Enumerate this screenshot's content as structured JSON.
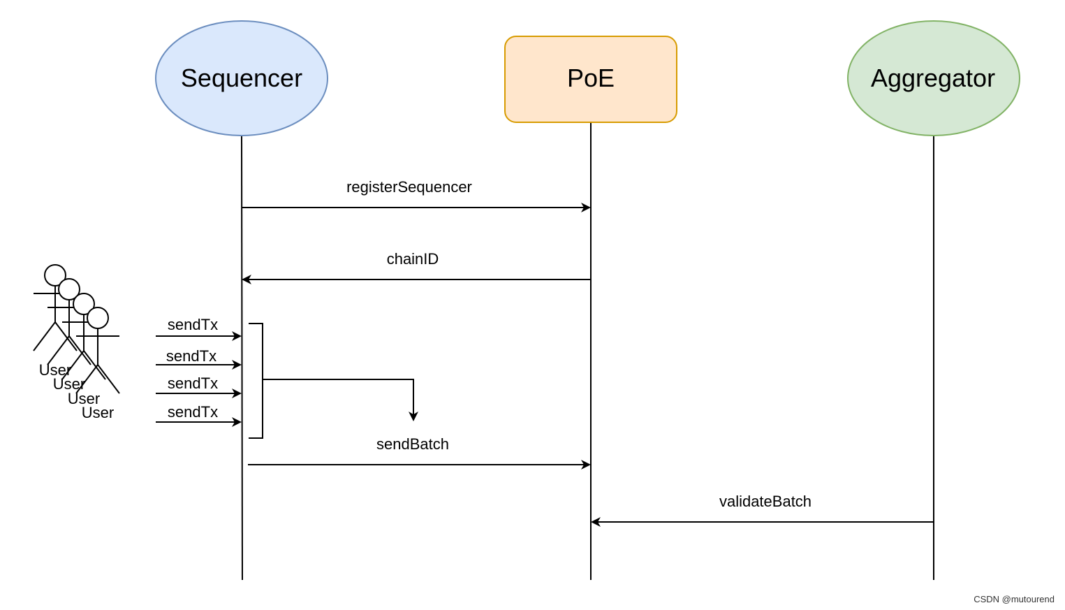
{
  "participants": {
    "sequencer": {
      "label": "Sequencer",
      "fill": "#dae8fc",
      "stroke": "#6c8ebf"
    },
    "poe": {
      "label": "PoE",
      "fill": "#ffe6cc",
      "stroke": "#d79b00"
    },
    "aggregator": {
      "label": "Aggregator",
      "fill": "#d5e8d4",
      "stroke": "#82b366"
    }
  },
  "actors": [
    {
      "label": "User"
    },
    {
      "label": "User"
    },
    {
      "label": "User"
    },
    {
      "label": "User"
    }
  ],
  "messages": {
    "register": "registerSequencer",
    "chain": "chainID",
    "send_batch": "sendBatch",
    "validate": "validateBatch"
  },
  "user_messages": [
    "sendTx",
    "sendTx",
    "sendTx",
    "sendTx"
  ],
  "watermark": "CSDN @mutourend"
}
